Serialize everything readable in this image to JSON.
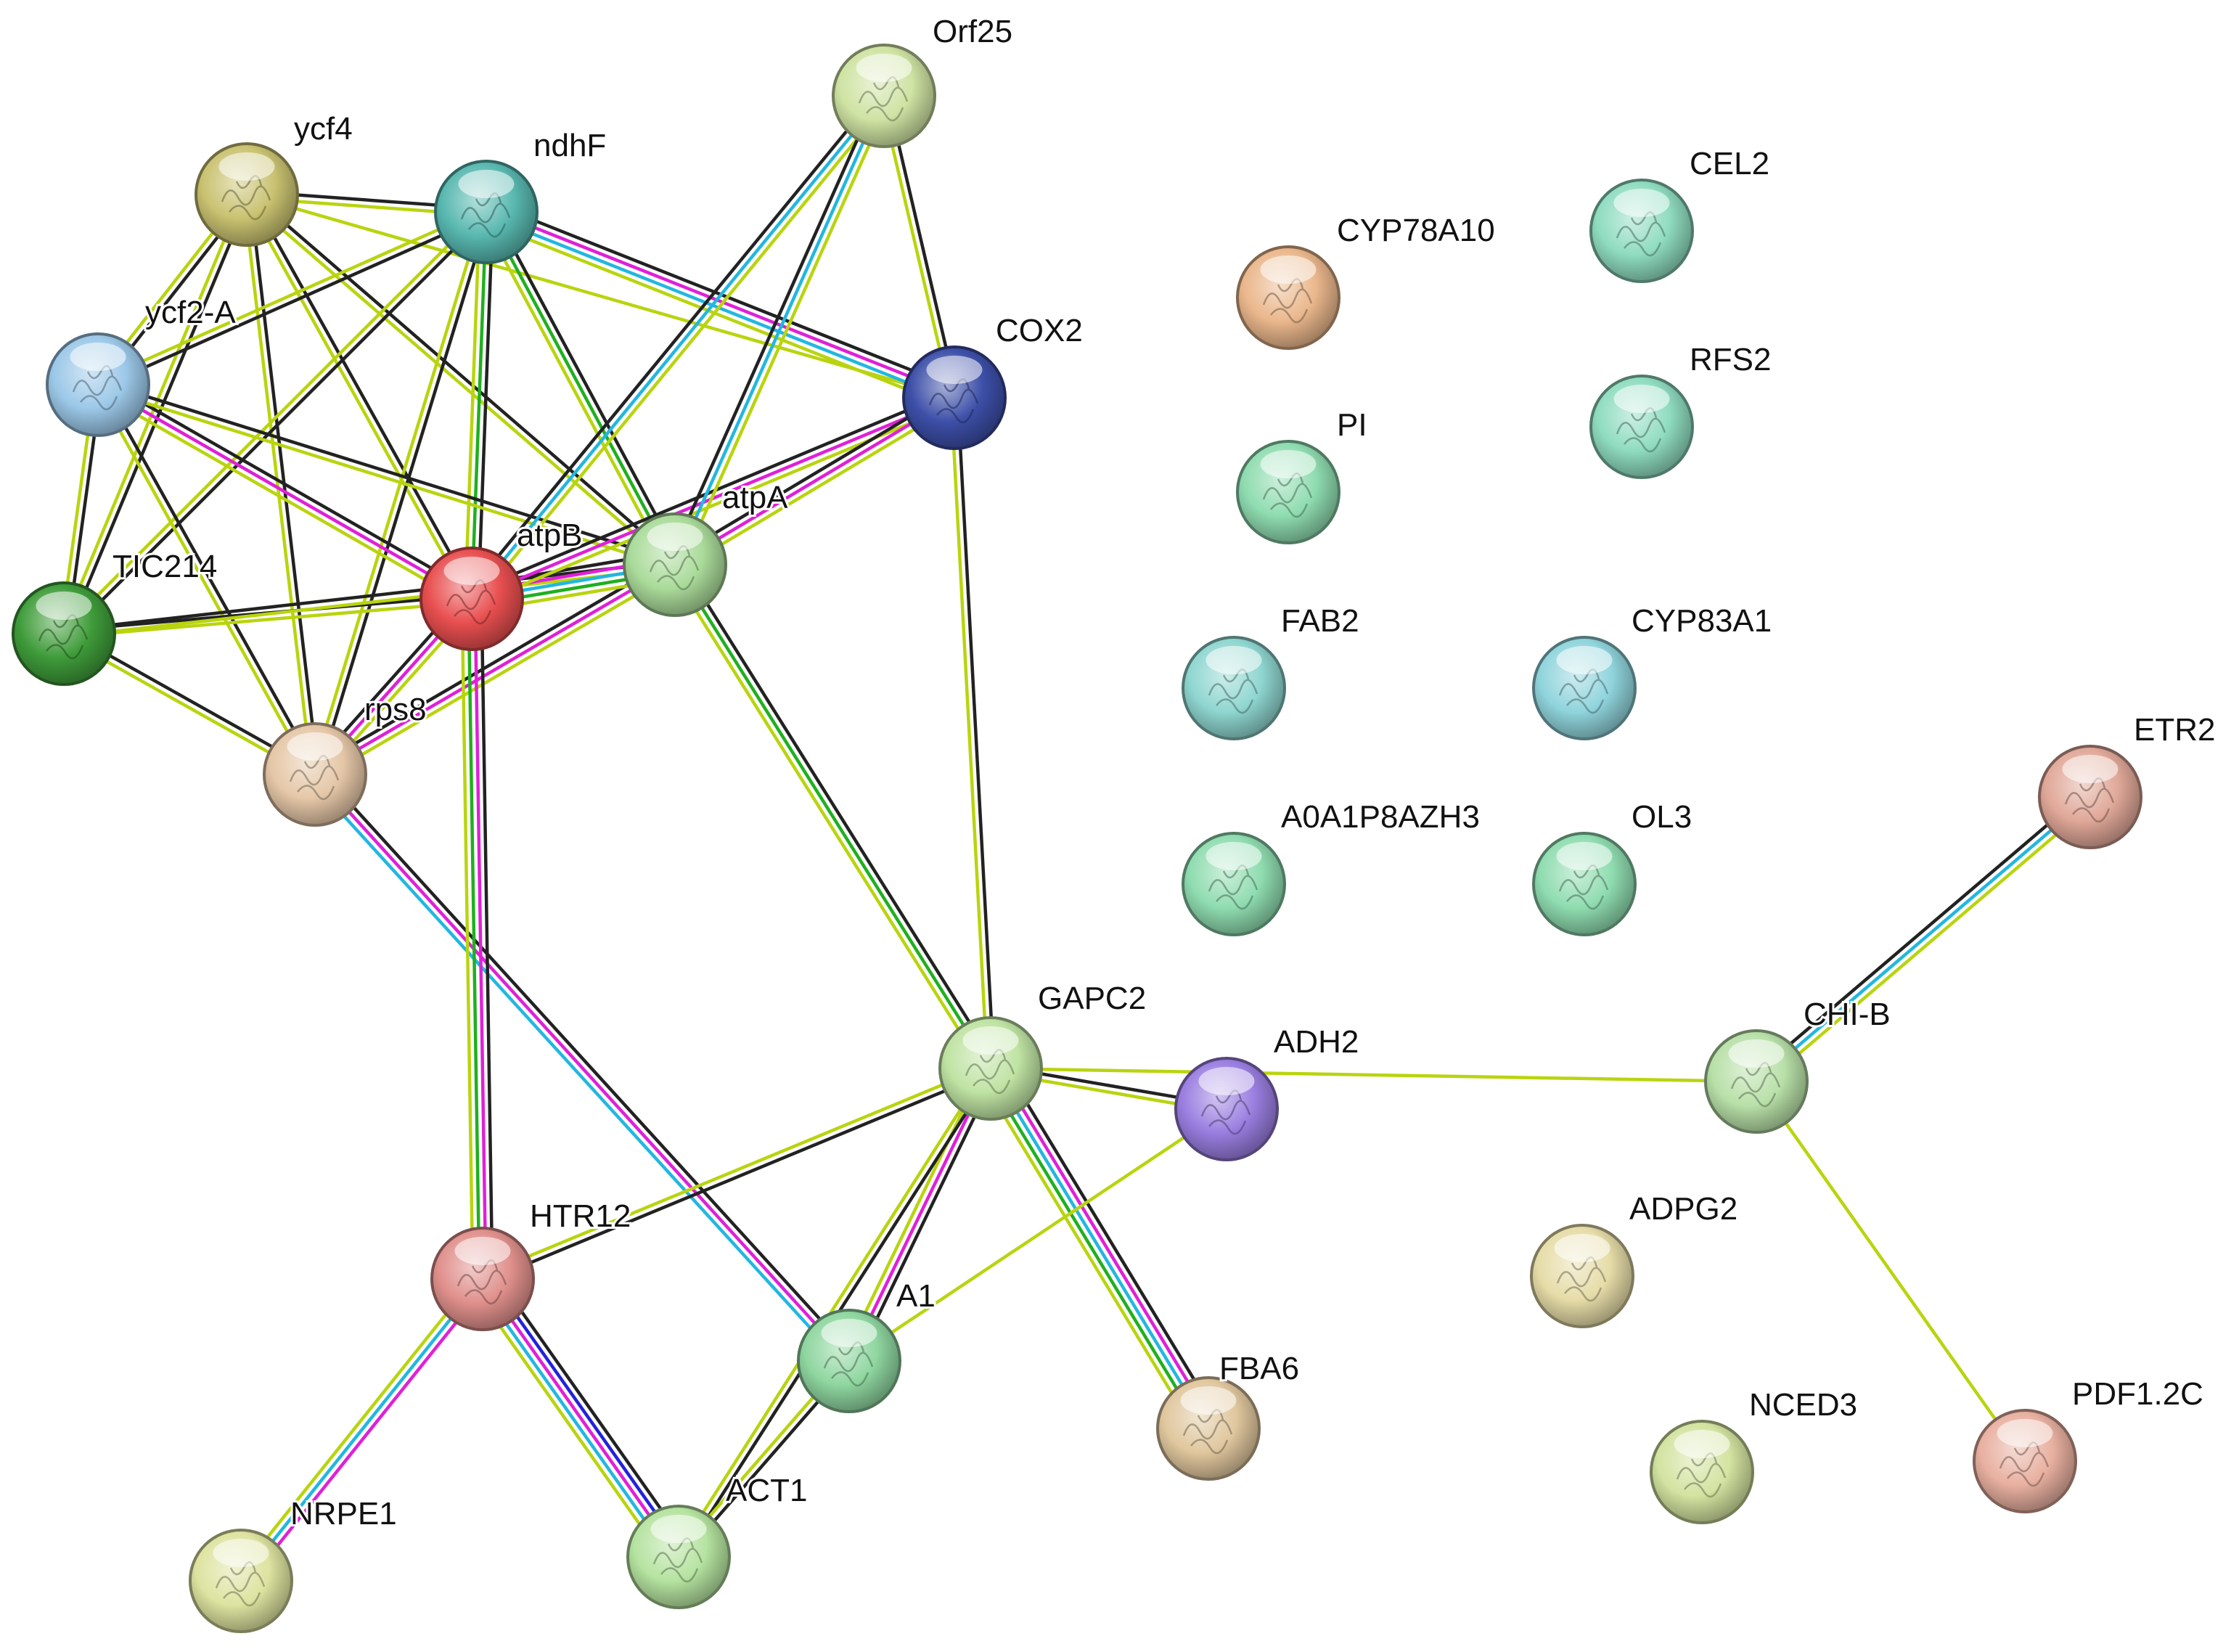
{
  "network": {
    "nodes": [
      {
        "id": "Orf25",
        "label": "Orf25",
        "color": "#cfe3a3"
      },
      {
        "id": "ycf4",
        "label": "ycf4",
        "color": "#c9c271"
      },
      {
        "id": "ndhF",
        "label": "ndhF",
        "color": "#58b8b0"
      },
      {
        "id": "ycf2-A",
        "label": "ycf2-A",
        "color": "#9cc8e8"
      },
      {
        "id": "COX2",
        "label": "COX2",
        "color": "#3d4fa8"
      },
      {
        "id": "atpB",
        "label": "atpB",
        "color": "#e84f50"
      },
      {
        "id": "atpA",
        "label": "atpA",
        "color": "#aadb9a"
      },
      {
        "id": "TIC214",
        "label": "TIC214",
        "color": "#3f9c3a"
      },
      {
        "id": "rps8",
        "label": "rps8",
        "color": "#e5c7a7"
      },
      {
        "id": "GAPC2",
        "label": "GAPC2",
        "color": "#bfe3a3"
      },
      {
        "id": "ADH2",
        "label": "ADH2",
        "color": "#9a7ee0"
      },
      {
        "id": "HTR12",
        "label": "HTR12",
        "color": "#e0908c"
      },
      {
        "id": "A1",
        "label": "A1",
        "color": "#8fd6a0"
      },
      {
        "id": "FBA6",
        "label": "FBA6",
        "color": "#e0c79e"
      },
      {
        "id": "NRPE1",
        "label": "NRPE1",
        "color": "#dde3a0"
      },
      {
        "id": "ACT1",
        "label": "ACT1",
        "color": "#b5e3a0"
      },
      {
        "id": "CEL2",
        "label": "CEL2",
        "color": "#8fdcc0"
      },
      {
        "id": "CYP78A10",
        "label": "CYP78A10",
        "color": "#eab78c"
      },
      {
        "id": "RFS2",
        "label": "RFS2",
        "color": "#8fdcc0"
      },
      {
        "id": "PI",
        "label": "PI",
        "color": "#8fdcb0"
      },
      {
        "id": "FAB2",
        "label": "FAB2",
        "color": "#8fd6d0"
      },
      {
        "id": "CYP83A1",
        "label": "CYP83A1",
        "color": "#90d4dc"
      },
      {
        "id": "A0A1P8AZH3",
        "label": "A0A1P8AZH3",
        "color": "#8fdcb0"
      },
      {
        "id": "OL3",
        "label": "OL3",
        "color": "#8fdcb0"
      },
      {
        "id": "ETR2",
        "label": "ETR2",
        "color": "#e0a898"
      },
      {
        "id": "CHI-B",
        "label": "CHI-B",
        "color": "#b8e0a8"
      },
      {
        "id": "ADPG2",
        "label": "ADPG2",
        "color": "#e6dca8"
      },
      {
        "id": "NCED3",
        "label": "NCED3",
        "color": "#d3e3a0"
      },
      {
        "id": "PDF1.2C",
        "label": "PDF1.2C",
        "color": "#e8b0a0"
      }
    ],
    "evidence_colors": {
      "coexpression": "#222222",
      "textmining": "#b9d40f",
      "database": "#22b7e0",
      "experiment": "#e020d8",
      "neighborhood": "#1fb01f",
      "gene_fusion": "#2222dd"
    },
    "edges": [
      {
        "source": "ycf4",
        "target": "ndhF",
        "types": [
          "coexpression",
          "textmining"
        ]
      },
      {
        "source": "ycf4",
        "target": "ycf2-A",
        "types": [
          "coexpression",
          "textmining"
        ]
      },
      {
        "source": "ycf4",
        "target": "TIC214",
        "types": [
          "coexpression",
          "textmining"
        ]
      },
      {
        "source": "ycf4",
        "target": "rps8",
        "types": [
          "coexpression",
          "textmining"
        ]
      },
      {
        "source": "ycf4",
        "target": "atpB",
        "types": [
          "coexpression",
          "textmining"
        ]
      },
      {
        "source": "ycf4",
        "target": "atpA",
        "types": [
          "coexpression",
          "textmining"
        ]
      },
      {
        "source": "ycf4",
        "target": "COX2",
        "types": [
          "textmining"
        ]
      },
      {
        "source": "ndhF",
        "target": "ycf2-A",
        "types": [
          "coexpression",
          "textmining"
        ]
      },
      {
        "source": "ndhF",
        "target": "TIC214",
        "types": [
          "coexpression",
          "textmining"
        ]
      },
      {
        "source": "ndhF",
        "target": "atpB",
        "types": [
          "coexpression",
          "neighborhood",
          "textmining"
        ]
      },
      {
        "source": "ndhF",
        "target": "atpA",
        "types": [
          "coexpression",
          "neighborhood",
          "textmining"
        ]
      },
      {
        "source": "ndhF",
        "target": "rps8",
        "types": [
          "coexpression",
          "textmining"
        ]
      },
      {
        "source": "ndhF",
        "target": "COX2",
        "types": [
          "coexpression",
          "experiment",
          "database",
          "textmining"
        ]
      },
      {
        "source": "ycf2-A",
        "target": "TIC214",
        "types": [
          "coexpression",
          "textmining"
        ]
      },
      {
        "source": "ycf2-A",
        "target": "rps8",
        "types": [
          "coexpression",
          "textmining"
        ]
      },
      {
        "source": "ycf2-A",
        "target": "atpB",
        "types": [
          "coexpression",
          "experiment",
          "textmining"
        ]
      },
      {
        "source": "ycf2-A",
        "target": "atpA",
        "types": [
          "coexpression",
          "textmining"
        ]
      },
      {
        "source": "TIC214",
        "target": "atpB",
        "types": [
          "coexpression",
          "textmining"
        ]
      },
      {
        "source": "TIC214",
        "target": "atpA",
        "types": [
          "coexpression",
          "textmining"
        ]
      },
      {
        "source": "TIC214",
        "target": "rps8",
        "types": [
          "coexpression",
          "textmining"
        ]
      },
      {
        "source": "rps8",
        "target": "atpB",
        "types": [
          "coexpression",
          "experiment",
          "textmining"
        ]
      },
      {
        "source": "rps8",
        "target": "atpA",
        "types": [
          "coexpression",
          "experiment",
          "textmining"
        ]
      },
      {
        "source": "rps8",
        "target": "A1",
        "types": [
          "coexpression",
          "experiment",
          "database"
        ]
      },
      {
        "source": "atpB",
        "target": "atpA",
        "types": [
          "coexpression",
          "experiment",
          "database",
          "neighborhood",
          "textmining"
        ]
      },
      {
        "source": "atpB",
        "target": "COX2",
        "types": [
          "coexpression",
          "experiment",
          "textmining"
        ]
      },
      {
        "source": "atpB",
        "target": "HTR12",
        "types": [
          "coexpression",
          "experiment",
          "neighborhood",
          "textmining"
        ]
      },
      {
        "source": "atpB",
        "target": "Orf25",
        "types": [
          "coexpression",
          "database",
          "textmining"
        ]
      },
      {
        "source": "atpA",
        "target": "COX2",
        "types": [
          "coexpression",
          "experiment",
          "textmining"
        ]
      },
      {
        "source": "atpA",
        "target": "Orf25",
        "types": [
          "coexpression",
          "database",
          "textmining"
        ]
      },
      {
        "source": "atpA",
        "target": "GAPC2",
        "types": [
          "coexpression",
          "neighborhood",
          "textmining"
        ]
      },
      {
        "source": "Orf25",
        "target": "COX2",
        "types": [
          "coexpression",
          "textmining"
        ]
      },
      {
        "source": "COX2",
        "target": "GAPC2",
        "types": [
          "coexpression",
          "textmining"
        ]
      },
      {
        "source": "GAPC2",
        "target": "ADH2",
        "types": [
          "coexpression",
          "textmining"
        ]
      },
      {
        "source": "GAPC2",
        "target": "HTR12",
        "types": [
          "coexpression",
          "textmining"
        ]
      },
      {
        "source": "GAPC2",
        "target": "A1",
        "types": [
          "coexpression",
          "experiment",
          "textmining"
        ]
      },
      {
        "source": "GAPC2",
        "target": "ACT1",
        "types": [
          "coexpression",
          "textmining"
        ]
      },
      {
        "source": "GAPC2",
        "target": "FBA6",
        "types": [
          "coexpression",
          "experiment",
          "database",
          "neighborhood",
          "textmining"
        ]
      },
      {
        "source": "GAPC2",
        "target": "CHI-B",
        "types": [
          "textmining"
        ]
      },
      {
        "source": "ADH2",
        "target": "A1",
        "types": [
          "textmining"
        ]
      },
      {
        "source": "HTR12",
        "target": "NRPE1",
        "types": [
          "experiment",
          "database",
          "textmining"
        ]
      },
      {
        "source": "HTR12",
        "target": "ACT1",
        "types": [
          "coexpression",
          "gene_fusion",
          "experiment",
          "database",
          "textmining"
        ]
      },
      {
        "source": "A1",
        "target": "ACT1",
        "types": [
          "coexpression",
          "textmining"
        ]
      },
      {
        "source": "CHI-B",
        "target": "ETR2",
        "types": [
          "coexpression",
          "database",
          "textmining"
        ]
      },
      {
        "source": "CHI-B",
        "target": "PDF1.2C",
        "types": [
          "textmining"
        ]
      }
    ]
  }
}
